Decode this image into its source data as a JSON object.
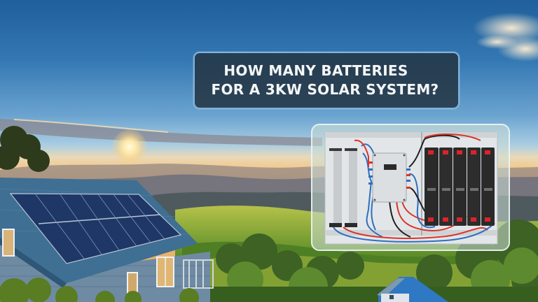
{
  "title": {
    "line1": "HOW MANY BATTERIES",
    "line2": "FOR A 3KW SOLAR SYSTEM?"
  },
  "illustration": {
    "description": "Battery bank wiring panel",
    "inverter_label": "",
    "component_counts": {
      "cylindrical_cells": 2,
      "battery_modules": 5,
      "inverter_boxes": 1
    }
  },
  "colors": {
    "title_bg": "#243442",
    "title_border": "#7fb3db",
    "title_text": "#f4f6f7",
    "sky_top": "#1f5f9c",
    "horizon": "#f3c889",
    "roof": "#3f6f92",
    "solar_panel": "#1f3766",
    "battery": "#2a2a2a",
    "battery_terminal": "#d9242a",
    "wire_red": "#d9342b",
    "wire_blue": "#2f6fc0",
    "grass": "#5f8f2a"
  }
}
